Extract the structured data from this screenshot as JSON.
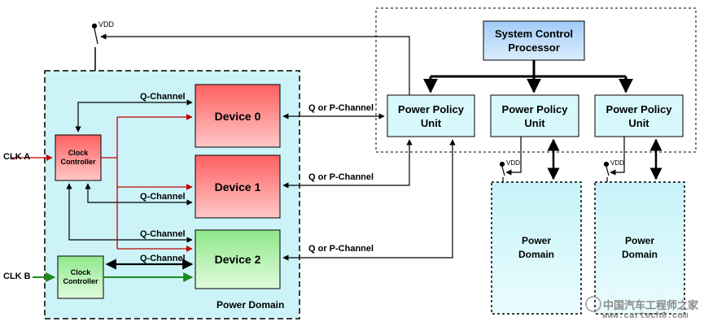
{
  "labels": {
    "vdd": "VDD",
    "system_control_processor": [
      "System Control",
      "Processor"
    ],
    "power_policy_unit": [
      "Power Policy",
      "Unit"
    ],
    "device0": "Device 0",
    "device1": "Device 1",
    "device2": "Device 2",
    "clock_controller": [
      "Clock",
      "Controller"
    ],
    "clk_a": "CLK A",
    "clk_b": "CLK B",
    "q_channel": "Q-Channel",
    "q_or_p_channel": "Q or P-Channel",
    "power_domain_label": "Power Domain",
    "power_domain_box": [
      "Power",
      "Domain"
    ]
  },
  "watermark": {
    "line1": "中国汽车工程师之家",
    "line2": "www.cartech8.com"
  },
  "colors": {
    "domain_fill": "#ccf4f8",
    "device_red": "#f08080",
    "device_green": "#b8f0b0",
    "scp_fill": "#a8d0f8",
    "ppu_fill": "#d6f9fc",
    "clk_a_line": "#c00000",
    "clk_b_line": "#1a8a1a"
  }
}
